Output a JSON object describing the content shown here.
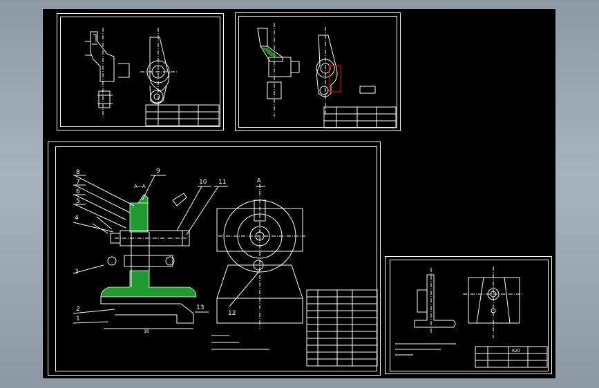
{
  "drawing": {
    "assembly_labels": [
      "1",
      "2",
      "3",
      "4",
      "5",
      "6",
      "7",
      "8",
      "9",
      "10",
      "11",
      "12",
      "13"
    ],
    "section_label": "A—A",
    "view_label": "A",
    "dimension_text": "38",
    "title_block_mark": "R20",
    "colors": {
      "background": "#000000",
      "lines": "#ffffff",
      "hatch_green": "#1f9a2e",
      "highlight_red": "#e00000",
      "window_frame": "#97a4ae"
    }
  }
}
